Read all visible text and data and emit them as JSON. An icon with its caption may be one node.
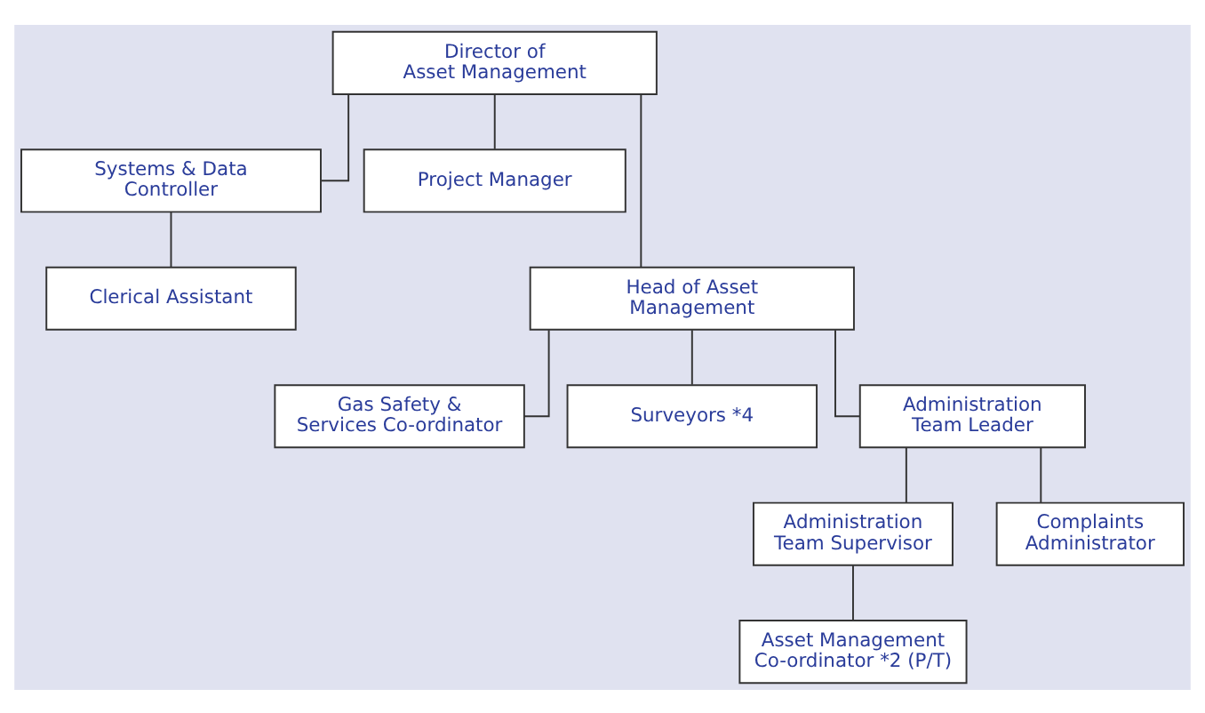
{
  "diagram": {
    "nodes": [
      {
        "text": [
          "Director of Asset Management"
        ]
      },
      {
        "text": [
          "Systems & Data Controller"
        ]
      },
      {
        "text": [
          "Clerical Assistant"
        ]
      },
      {
        "text": [
          "Project Manager"
        ]
      },
      {
        "text": [
          "Head of Asset Management"
        ]
      },
      {
        "text": [
          "Gas Safety & Services Co-ordinator"
        ]
      },
      {
        "text": [
          "Surveyors *4"
        ]
      },
      {
        "text": [
          "Administration Team Leader"
        ]
      },
      {
        "text": [
          "Administration Team Supervisor"
        ]
      },
      {
        "text": [
          "Complaints Administrator"
        ]
      },
      {
        "text": [
          "Asset Management Co-ordinator *2 (P/T)"
        ]
      }
    ],
    "edges": [
      {
        "from": 0,
        "to": 1,
        "arrow": "none"
      },
      {
        "from": 1,
        "to": 2,
        "arrow": "none"
      },
      {
        "from": 0,
        "to": 3,
        "arrow": "none"
      },
      {
        "from": 0,
        "to": 4,
        "arrow": "none"
      },
      {
        "from": 4,
        "to": 5,
        "arrow": "none"
      },
      {
        "from": 4,
        "to": 6,
        "arrow": "none"
      },
      {
        "from": 4,
        "to": 7,
        "arrow": "none"
      },
      {
        "from": 7,
        "to": 8,
        "arrow": "none"
      },
      {
        "from": 7,
        "to": 9,
        "arrow": "none"
      },
      {
        "from": 8,
        "to": 10,
        "arrow": "none"
      }
    ]
  }
}
